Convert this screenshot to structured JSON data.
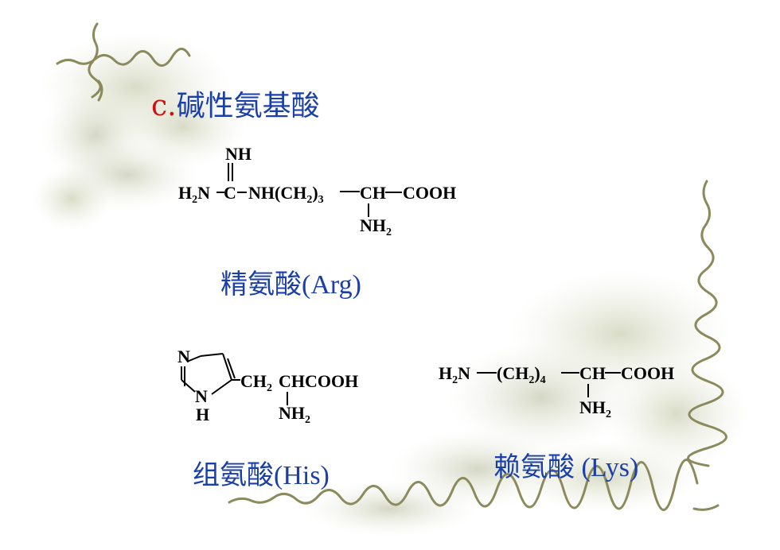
{
  "title": {
    "prefix": "c.",
    "text": "碱性氨基酸"
  },
  "arginine": {
    "name": "精氨酸(Arg)",
    "formula": {
      "nh_top": "NH",
      "h2n": "H",
      "h2n_sub": "2",
      "h2n_n": "N",
      "c": "C",
      "chain": "NH(CH",
      "chain_sub1": "2",
      "chain_close": ")",
      "chain_sub2": "3",
      "ch": "CH",
      "cooh": "COOH",
      "nh2_n": "NH",
      "nh2_sub": "2"
    }
  },
  "histidine": {
    "name": "组氨酸(His)",
    "formula": {
      "ring_n1": "N",
      "ring_n2": "N",
      "ring_h": "H",
      "ch2": "CH",
      "ch2_sub": "2",
      "chcooh": "CHCOOH",
      "nh2_n": "NH",
      "nh2_sub": "2"
    }
  },
  "lysine": {
    "name": "赖氨酸 (Lys)",
    "formula": {
      "h2n_h": "H",
      "h2n_sub": "2",
      "h2n_n": "N",
      "chain": "(CH",
      "chain_sub1": "2",
      "chain_close": ")",
      "chain_sub2": "4",
      "ch": "CH",
      "cooh": "COOH",
      "nh2_n": "NH",
      "nh2_sub": "2"
    }
  },
  "colors": {
    "title": "#1a3fa8",
    "prefix": "#cc1111",
    "formula": "#000000",
    "vine": "#8a8a5c",
    "leaf": "#c8ccb0"
  }
}
